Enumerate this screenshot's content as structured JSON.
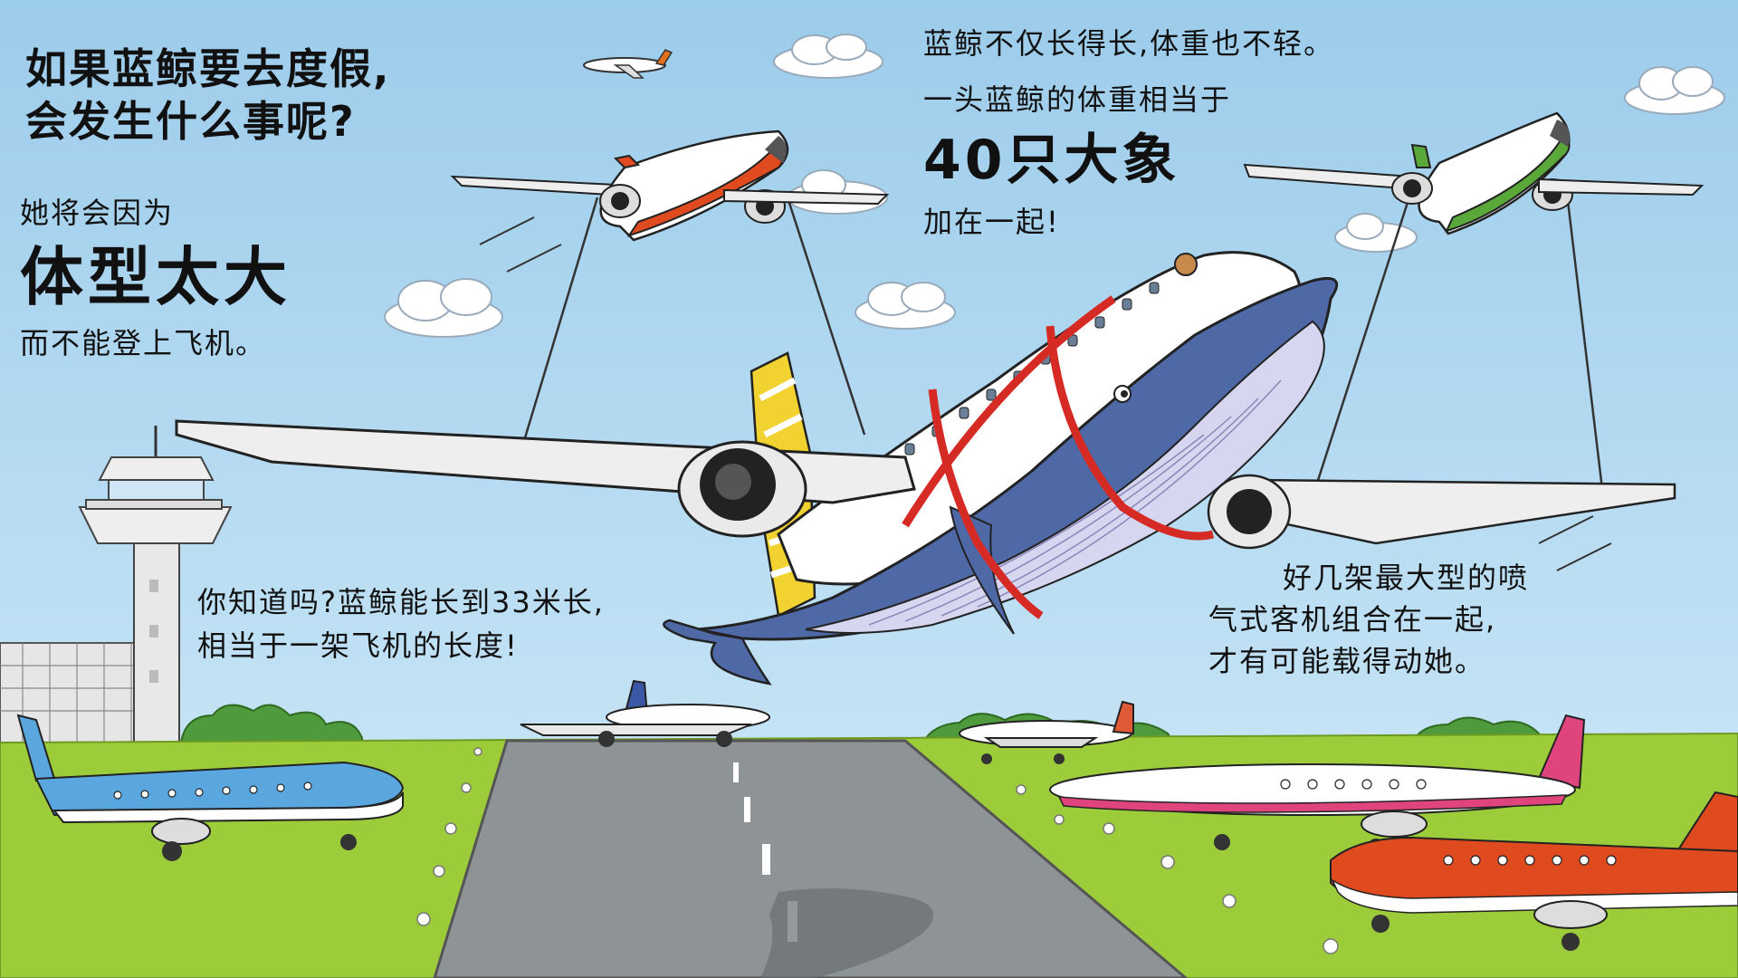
{
  "text": {
    "title_line1": "如果蓝鲸要去度假,",
    "title_line2": "会发生什么事呢?",
    "reason_intro": "她将会因为",
    "reason_big": "体型太大",
    "reason_end": "而不能登上飞机。",
    "weight_line1": "蓝鲸不仅长得长,体重也不轻。",
    "weight_line2": "一头蓝鲸的体重相当于",
    "weight_big": "40只大象",
    "weight_end": "加在一起!",
    "length_line1": "你知道吗?蓝鲸能长到33米长,",
    "length_line2": "相当于一架飞机的长度!",
    "jets_line1": "好几架最大型的喷",
    "jets_line2": "气式客机组合在一起,",
    "jets_line3": "才有可能载得动她。"
  },
  "palette": {
    "sky": "#a9d3ee",
    "grass": "#9ccc3a",
    "runway": "#8e9395",
    "whale_body": "#4e69a6",
    "whale_belly": "#d7d6f0",
    "strap": "#d62a25",
    "tail_yellow": "#f2d230",
    "plane_orange": "#e04a1f",
    "plane_green": "#5aa83a",
    "plane_blue": "#5aa7df",
    "plane_pink": "#e0447c"
  }
}
